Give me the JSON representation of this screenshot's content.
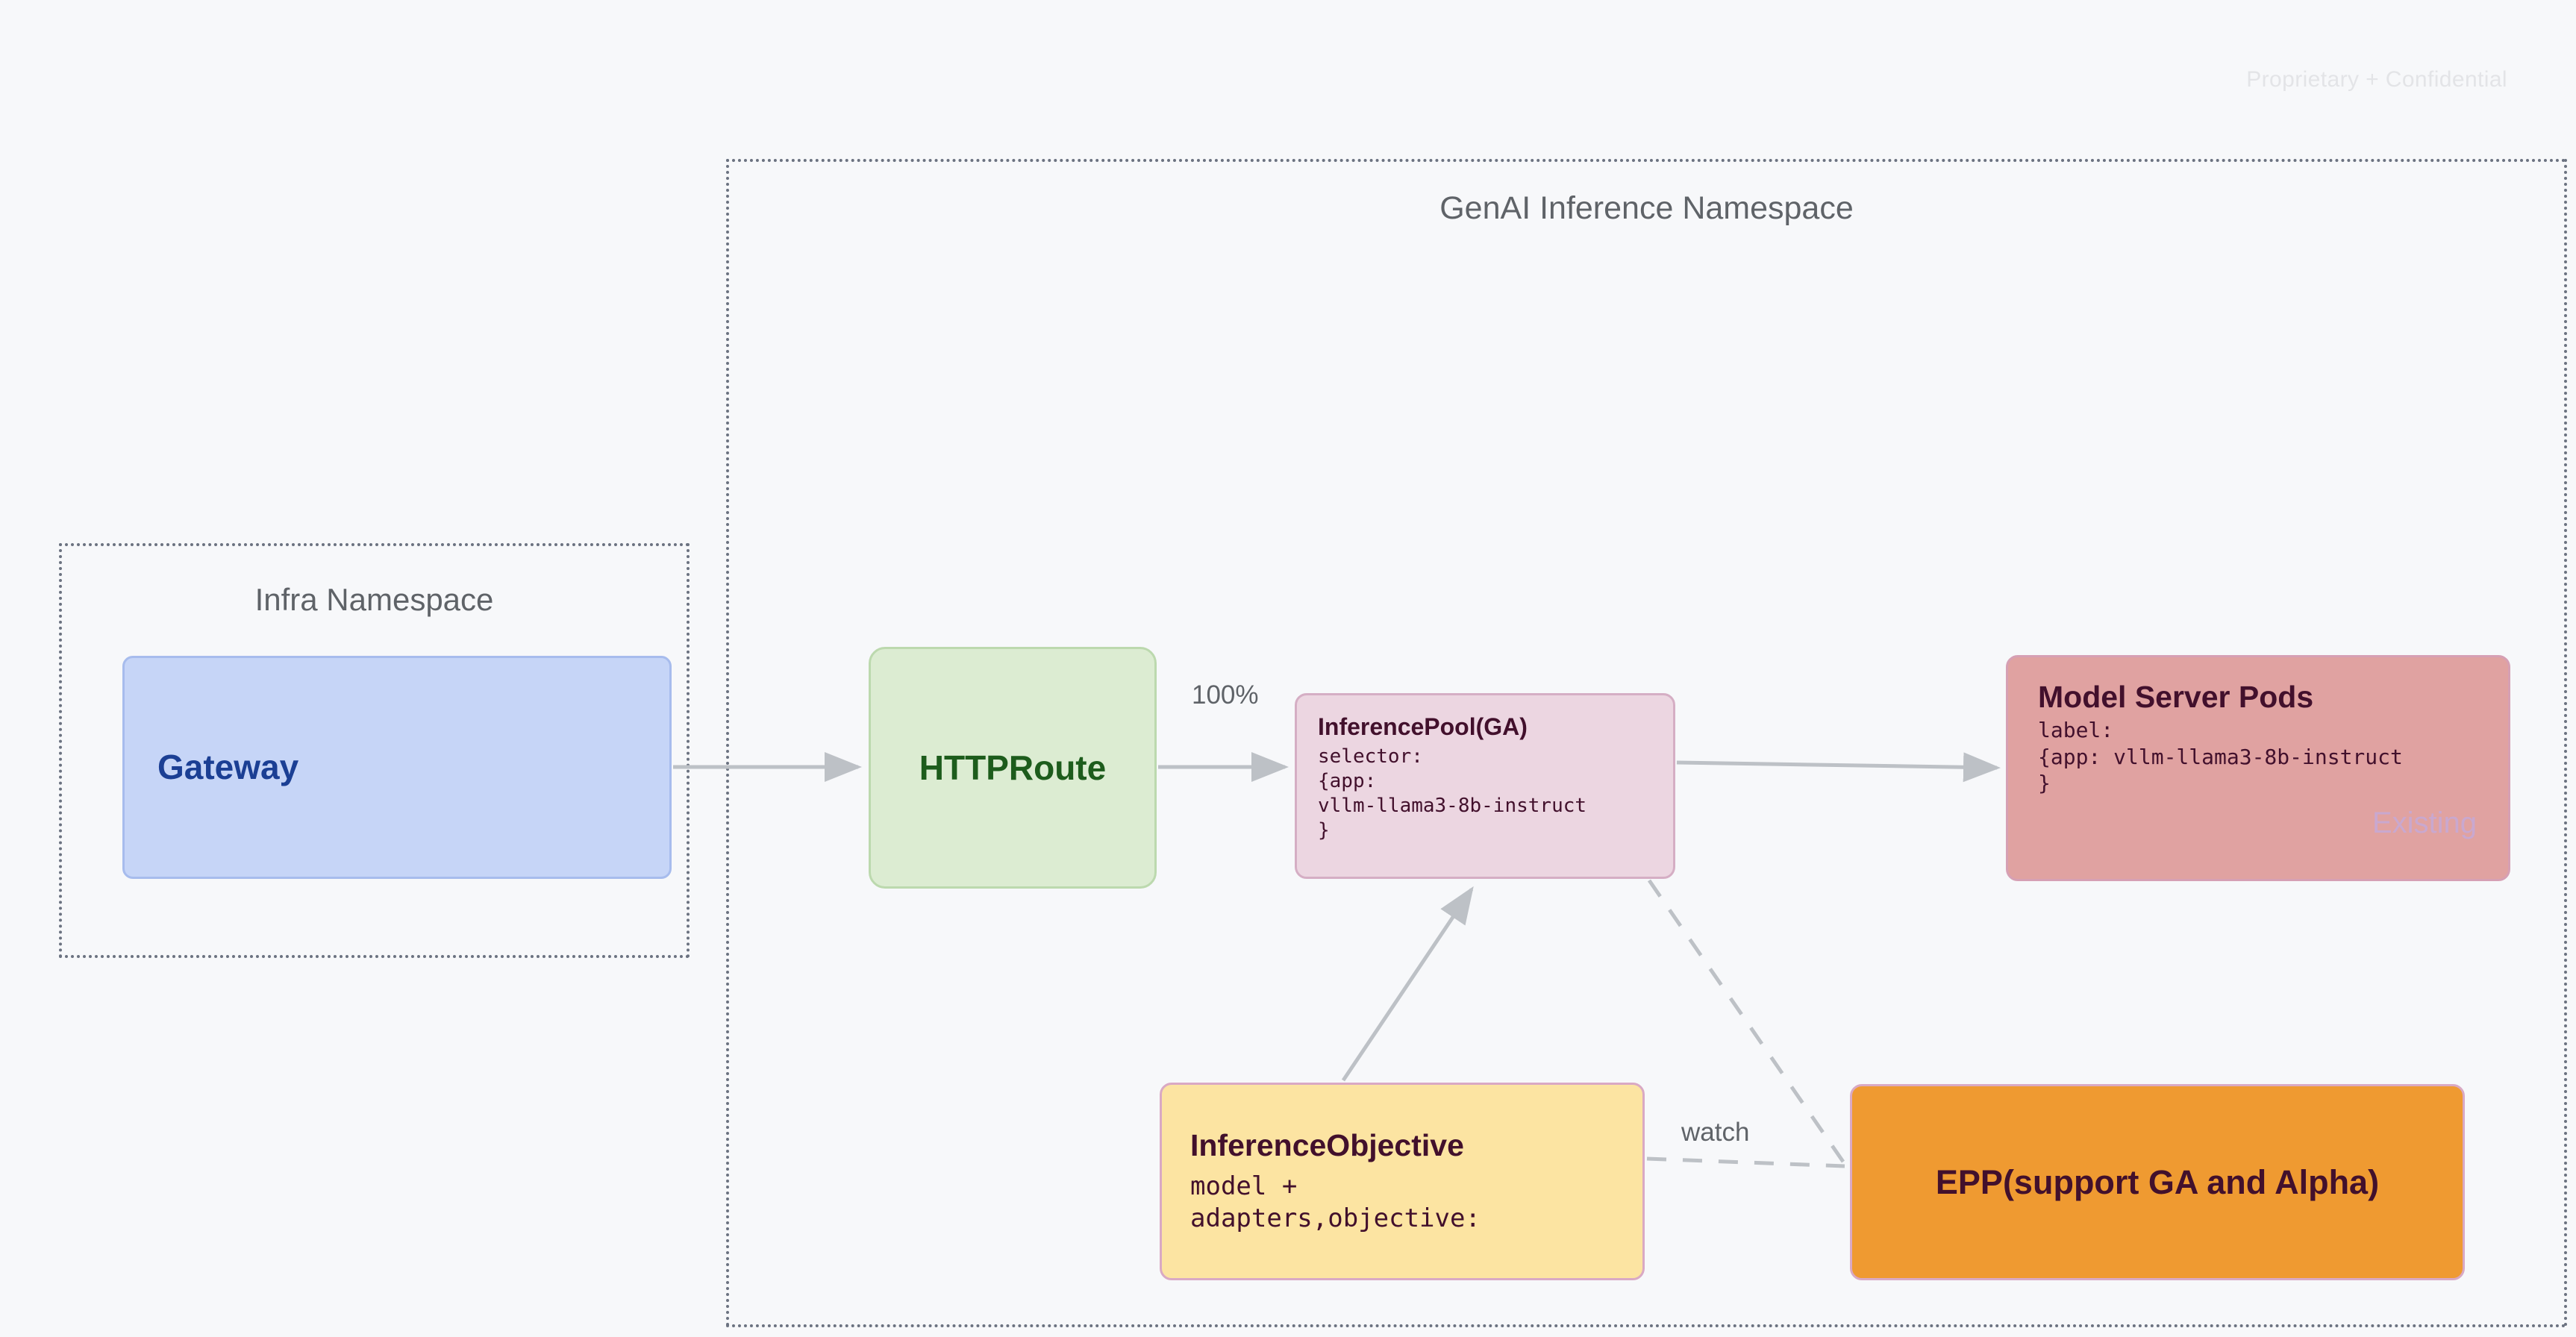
{
  "page": {
    "watermark": "Proprietary + Confidential",
    "background_color": "#f7f8fa"
  },
  "namespaces": [
    {
      "id": "infra",
      "title": "Infra Namespace"
    },
    {
      "id": "genai",
      "title": "GenAI Inference Namespace"
    }
  ],
  "nodes": {
    "gateway": {
      "title": "Gateway",
      "fill": "#c6d5f7",
      "text_color": "#1b3f94"
    },
    "httproute": {
      "title": "HTTPRoute",
      "fill": "#dcecd2",
      "text_color": "#1d5c1c"
    },
    "inferencepool": {
      "title": "InferencePool(GA)",
      "code": "selector:\n{app:\nvllm-llama3-8b-instruct\n}",
      "fill": "#ecd6e1",
      "text_color": "#42102c"
    },
    "modelserverpods": {
      "title": "Model Server Pods",
      "code": "label:\n{app: vllm-llama3-8b-instruct\n}",
      "badge": "Existing",
      "fill": "#e0a2a1",
      "text_color": "#42102c",
      "badge_color": "#c9a8cf"
    },
    "inferenceobjective": {
      "title": "InferenceObjective",
      "code": "model +\nadapters,objective:",
      "fill": "#fce4a2",
      "text_color": "#42102c"
    },
    "epp": {
      "title": "EPP(support GA and Alpha)",
      "fill": "#ef9a31",
      "text_color": "#42102c"
    }
  },
  "edges": {
    "gateway_to_httproute": {
      "label": "",
      "style": "solid"
    },
    "httproute_to_inferencepool": {
      "label": "100%",
      "style": "solid"
    },
    "inferencepool_to_modelserverpods": {
      "label": "",
      "style": "solid"
    },
    "inferenceobjective_to_inferencepool": {
      "label": "",
      "style": "solid"
    },
    "inferenceobjective_to_epp": {
      "label": "watch",
      "style": "dashed"
    },
    "inferencepool_to_epp": {
      "label": "",
      "style": "dashed"
    }
  }
}
